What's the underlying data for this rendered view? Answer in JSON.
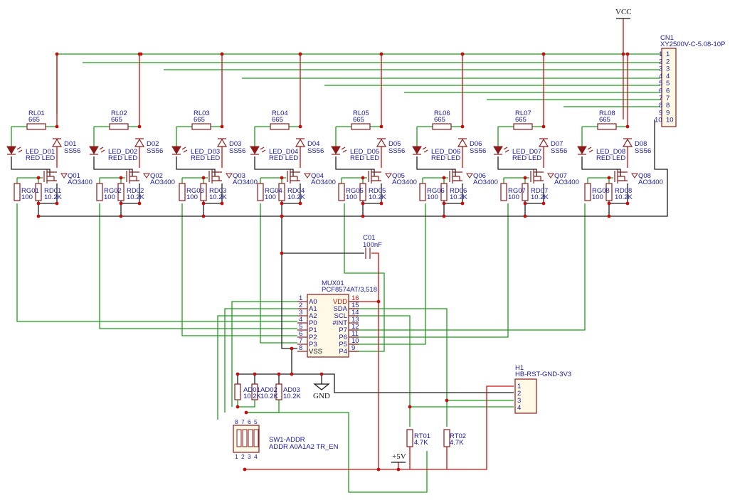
{
  "power": {
    "vcc": "VCC",
    "gnd": "GND",
    "plus5v": "+5V"
  },
  "connector_cn1": {
    "ref": "CN1",
    "value": "XY2500V-C-5.08-10P",
    "pins": [
      "1",
      "2",
      "3",
      "4",
      "5",
      "6",
      "7",
      "8",
      "9",
      "10"
    ]
  },
  "channels": [
    {
      "rl": "RL01",
      "rl_val": "665",
      "led": "LED_D01",
      "led_val": "RED LED",
      "diode": "D01",
      "diode_val": "SS56",
      "q": "Q01",
      "q_val": "AO3400",
      "rg": "RG01",
      "rg_val": "100",
      "rd": "RD01",
      "rd_val": "10.2K"
    },
    {
      "rl": "RL02",
      "rl_val": "665",
      "led": "LED_D02",
      "led_val": "RED LED",
      "diode": "D02",
      "diode_val": "SS56",
      "q": "Q02",
      "q_val": "AO3400",
      "rg": "RG02",
      "rg_val": "100",
      "rd": "RD02",
      "rd_val": "10.2K"
    },
    {
      "rl": "RL03",
      "rl_val": "665",
      "led": "LED_D03",
      "led_val": "RED LED",
      "diode": "D03",
      "diode_val": "SS56",
      "q": "Q03",
      "q_val": "AO3400",
      "rg": "RG03",
      "rg_val": "100",
      "rd": "RD03",
      "rd_val": "10.2K"
    },
    {
      "rl": "RL04",
      "rl_val": "665",
      "led": "LED_D04",
      "led_val": "RED LED",
      "diode": "D04",
      "diode_val": "SS56",
      "q": "Q04",
      "q_val": "AO3400",
      "rg": "RG04",
      "rg_val": "100",
      "rd": "RD04",
      "rd_val": "10.2K"
    },
    {
      "rl": "RL05",
      "rl_val": "665",
      "led": "LED_D05",
      "led_val": "RED LED",
      "diode": "D05",
      "diode_val": "SS56",
      "q": "Q05",
      "q_val": "AO3400",
      "rg": "RG05",
      "rg_val": "100",
      "rd": "RD05",
      "rd_val": "10.2K"
    },
    {
      "rl": "RL06",
      "rl_val": "665",
      "led": "LED_D06",
      "led_val": "RED LED",
      "diode": "D06",
      "diode_val": "SS56",
      "q": "Q06",
      "q_val": "AO3400",
      "rg": "RG06",
      "rg_val": "100",
      "rd": "RD06",
      "rd_val": "10.2K"
    },
    {
      "rl": "RL07",
      "rl_val": "665",
      "led": "LED_D07",
      "led_val": "RED LED",
      "diode": "D07",
      "diode_val": "SS56",
      "q": "Q07",
      "q_val": "AO3400",
      "rg": "RG07",
      "rg_val": "100",
      "rd": "RD07",
      "rd_val": "10.2K"
    },
    {
      "rl": "RL08",
      "rl_val": "665",
      "led": "LED_D08",
      "led_val": "RED LED",
      "diode": "D08",
      "diode_val": "SS56",
      "q": "Q08",
      "q_val": "AO3400",
      "rg": "RG08",
      "rg_val": "100",
      "rd": "RD08",
      "rd_val": "10.2K"
    }
  ],
  "cap_c01": {
    "ref": "C01",
    "value": "100nF"
  },
  "mux01": {
    "ref": "MUX01",
    "value": "PCF8574AT/3,518",
    "left_pins": [
      {
        "num": "1",
        "name": "A0"
      },
      {
        "num": "2",
        "name": "A1"
      },
      {
        "num": "3",
        "name": "A2"
      },
      {
        "num": "4",
        "name": "P0"
      },
      {
        "num": "5",
        "name": "P1"
      },
      {
        "num": "6",
        "name": "P2"
      },
      {
        "num": "7",
        "name": "P3"
      },
      {
        "num": "8",
        "name": "VSS"
      }
    ],
    "right_pins": [
      {
        "num": "16",
        "name": "VDD"
      },
      {
        "num": "15",
        "name": "SDA"
      },
      {
        "num": "14",
        "name": "SCL"
      },
      {
        "num": "13",
        "name": "#INT"
      },
      {
        "num": "12",
        "name": "P7"
      },
      {
        "num": "11",
        "name": "P6"
      },
      {
        "num": "10",
        "name": "P5"
      },
      {
        "num": "9",
        "name": "P4"
      }
    ]
  },
  "address_resistors": [
    {
      "ref": "AD01",
      "value": "10.2K"
    },
    {
      "ref": "AD02",
      "value": "10.2K"
    },
    {
      "ref": "AD03",
      "value": "10.2K"
    }
  ],
  "switch_sw1": {
    "ref": "SW1-ADDR",
    "value": "ADDR A0A1A2 TR_EN",
    "top_pins": [
      "8",
      "7",
      "6",
      "5"
    ],
    "bottom_pins": [
      "1",
      "2",
      "3",
      "4"
    ]
  },
  "pullups": [
    {
      "ref": "RT01",
      "value": "4.7K"
    },
    {
      "ref": "RT02",
      "value": "4.7K"
    }
  ],
  "header_h1": {
    "ref": "H1",
    "value": "HB-RST-GND-3V3",
    "pins": [
      "1",
      "2",
      "3",
      "4"
    ]
  },
  "colors": {
    "wire_green": "#1f9a1f",
    "wire_black": "#1e1e1e",
    "wire_red": "#cc1010",
    "component_body": "#8b1a1a",
    "label_text": "#1a1a9a",
    "junction": "#c01010"
  }
}
